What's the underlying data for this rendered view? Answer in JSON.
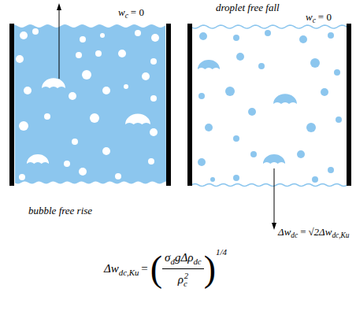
{
  "diagram": {
    "labels": [
      "droplet free fall",
      "w",
      "c",
      "= 0",
      "w",
      "c",
      "= 0",
      "bubble free rise",
      "Δw",
      "dc",
      "=",
      "√2Δw",
      "dc,Ku",
      "Δw",
      "dc,Ku",
      "=",
      "(",
      "σ",
      "d",
      "gΔρ",
      "dc",
      "ρ",
      "c",
      "2",
      ")",
      "1/4"
    ]
  }
}
